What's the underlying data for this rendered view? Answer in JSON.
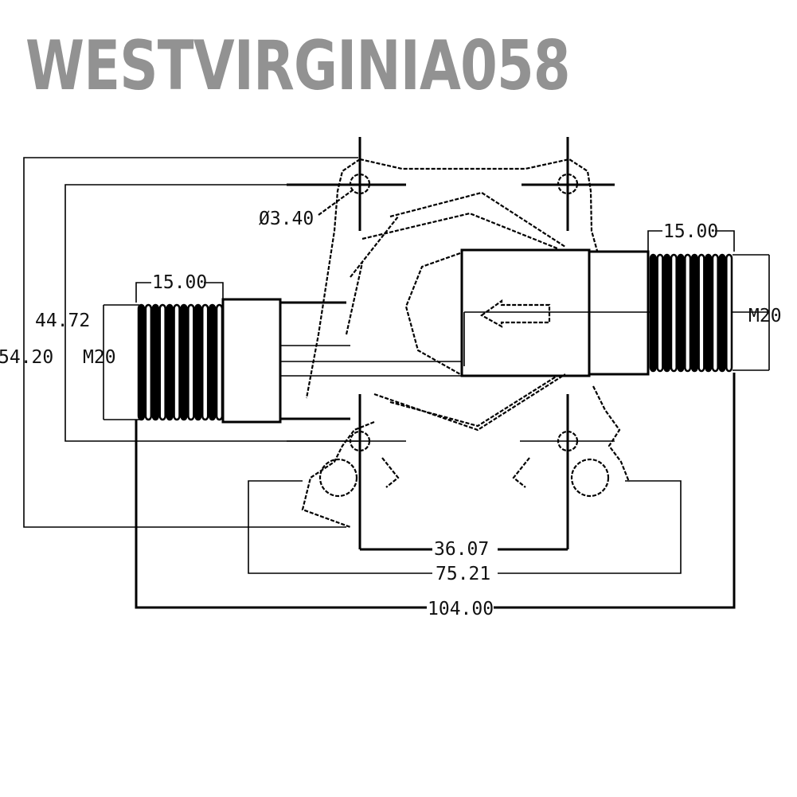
{
  "watermark": {
    "text": "WESTVIRGINIA058"
  },
  "drawing": {
    "title": "Pump head technical drawing",
    "dimensions": {
      "hole_diameter": "Ø3.40",
      "inner_height": "44.72",
      "outer_height": "54.20",
      "left_thread_length": "15.00",
      "right_thread_length": "15.00",
      "left_thread_size": "M20",
      "right_thread_size": "M20",
      "hole_spacing": "36.07",
      "base_width": "75.21",
      "overall_length": "104.00"
    },
    "flow_direction": "leftward",
    "colors": {
      "line": "#000000",
      "watermark": "#929292"
    }
  }
}
